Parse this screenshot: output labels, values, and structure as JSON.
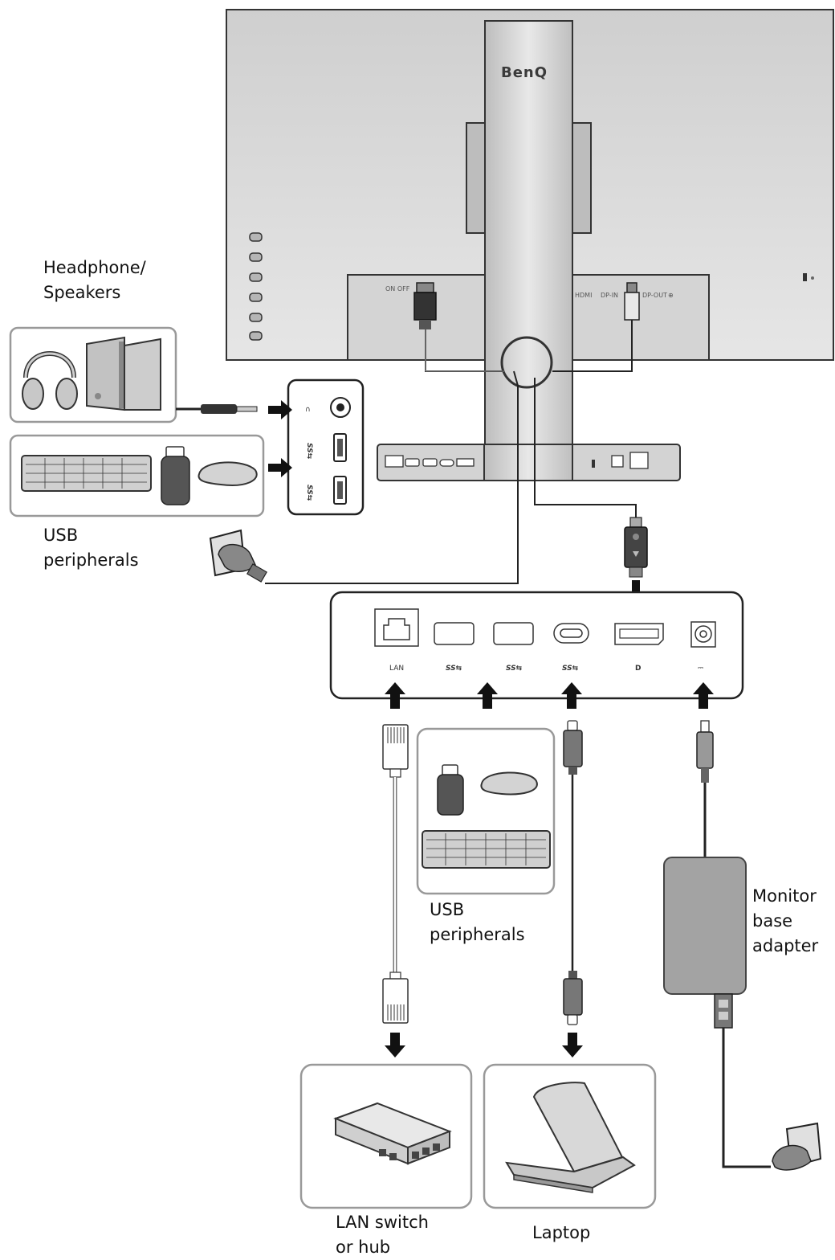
{
  "monitor": {
    "brand": "BenQ",
    "rear_port_labels": [
      "ON\nOFF",
      "HDMI",
      "DP-IN",
      "DP-OUT",
      "⊕"
    ]
  },
  "labels": {
    "headphone_speakers": "Headphone/\nSpeakers",
    "usb_peripherals_left": "USB\nperipherals",
    "usb_peripherals_mid": "USB\nperipherals",
    "monitor_base_adapter": "Monitor\nbase\nadapter",
    "lan_switch": "LAN switch\nor hub",
    "laptop": "Laptop"
  },
  "hub_ports": [
    {
      "id": "lan",
      "label": "LAN"
    },
    {
      "id": "usb-a-1",
      "label": "SS⇆"
    },
    {
      "id": "usb-a-2",
      "label": "SS⇆"
    },
    {
      "id": "usb-c",
      "label": "SS⇆"
    },
    {
      "id": "displayport",
      "label": "D"
    },
    {
      "id": "dc-in",
      "label": "⎓"
    }
  ],
  "side_ports": [
    {
      "id": "audio",
      "label": "∩"
    },
    {
      "id": "usb-1",
      "label": "SS⇆"
    },
    {
      "id": "usb-2",
      "label": "SS⇆"
    }
  ],
  "icons": [
    "headphones-icon",
    "speakers-icon",
    "keyboard-icon",
    "usb-dongle-icon",
    "mouse-icon",
    "power-plug-icon",
    "ethernet-plug-icon",
    "usb-c-plug-icon",
    "displayport-plug-icon",
    "dc-plug-icon",
    "power-adapter-icon",
    "lan-switch-icon",
    "laptop-icon",
    "arrow-icon"
  ],
  "colors": {
    "monitor_back": "#d9d9d9",
    "outline": "#222222",
    "panel_grey": "#bdbdbd",
    "device_box": "#8c8c8c"
  }
}
